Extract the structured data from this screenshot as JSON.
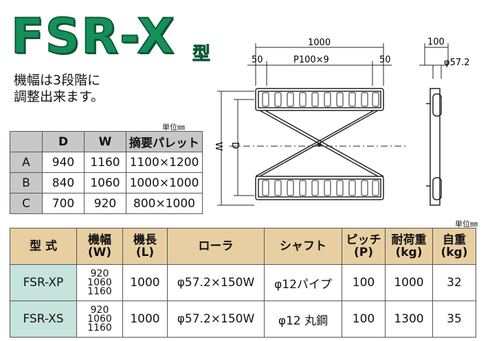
{
  "title": "FSR-X",
  "title_suffix": "型",
  "description": "機幅は3段階に\n調整出来ます。",
  "unit_label": "単位㎜",
  "dimension_table": {
    "headers": [
      "",
      "D",
      "W",
      "摘要パレット"
    ],
    "rows": [
      [
        "A",
        "940",
        "1160",
        "1100×1200"
      ],
      [
        "B",
        "840",
        "1060",
        "1000×1000"
      ],
      [
        "C",
        "700",
        "920",
        "800×1000"
      ]
    ]
  },
  "diagram": {
    "length": "1000",
    "left_margin": "50",
    "pitch": "P100×9",
    "right_margin": "50",
    "w_label": "W",
    "d_label": "D",
    "side_width": "100",
    "roller_dia": "φ57.2"
  },
  "spec_table": {
    "headers": [
      [
        "型 式"
      ],
      [
        "機幅",
        "(W)"
      ],
      [
        "機長",
        "(L)"
      ],
      [
        "ローラ"
      ],
      [
        "シャフト"
      ],
      [
        "ピッチ",
        "(P)"
      ],
      [
        "耐荷重",
        "(kg)"
      ],
      [
        "自重",
        "(kg)"
      ]
    ],
    "rows": [
      {
        "model": "FSR-XP",
        "widths": [
          "920",
          "1060",
          "1160"
        ],
        "length": "1000",
        "roller": "φ57.2×150W",
        "shaft": "φ12パイプ",
        "pitch": "100",
        "load": "1000",
        "weight": "32"
      },
      {
        "model": "FSR-XS",
        "widths": [
          "920",
          "1060",
          "1160"
        ],
        "length": "1000",
        "roller": "φ57.2×150W",
        "shaft": "φ12 丸鋼",
        "pitch": "100",
        "load": "1300",
        "weight": "35"
      }
    ]
  },
  "colors": {
    "title_green": "#15905a",
    "header_tan": "#e8cfa2",
    "header_gray": "#c8c8c8",
    "model_cell": "#c6e3dc"
  }
}
